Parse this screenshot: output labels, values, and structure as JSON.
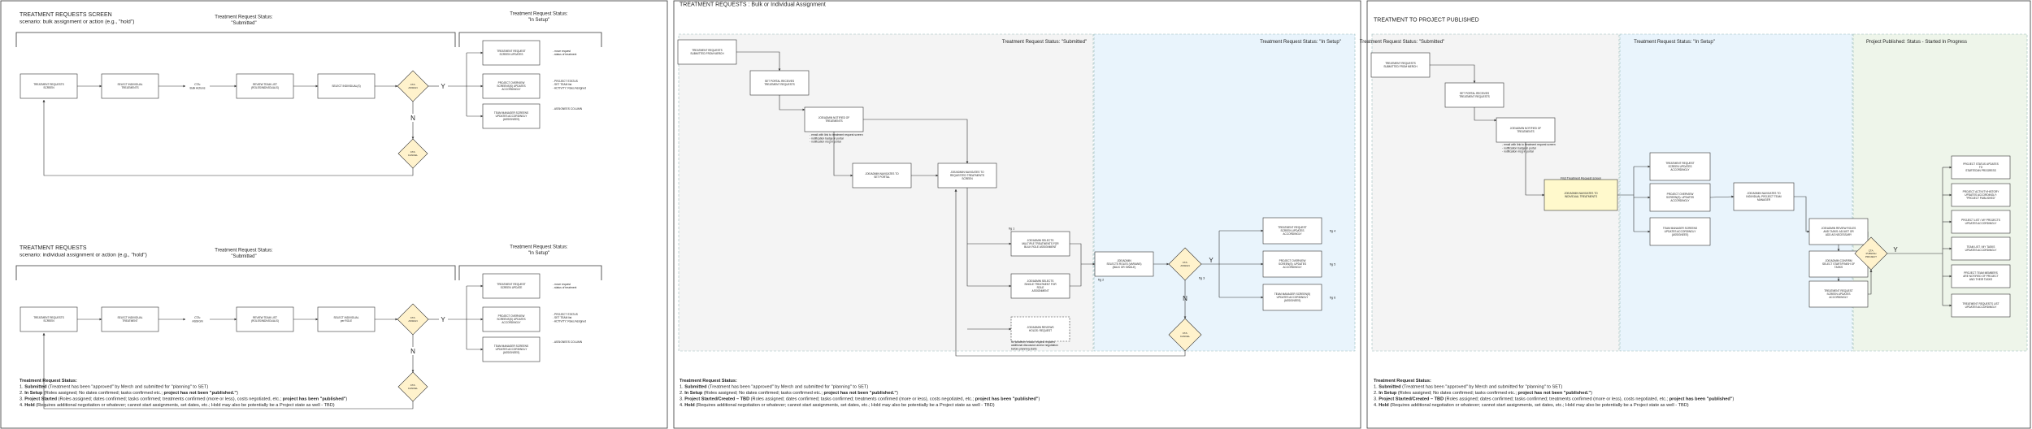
{
  "panel1": {
    "scenario_a": {
      "title": "TREATMENT REQUESTS  SCREEN",
      "subtitle": "scenario: bulk assignment or action (e.g., \"hold\")",
      "status_submitted": [
        "Treatment Request Status:",
        "\"Submitted\""
      ],
      "status_in_setup": [
        "Treatment Request Status:",
        "\"In Setup\""
      ],
      "boxes": {
        "screen": [
          "TREATMENT REQUESTS",
          "SCREEN"
        ],
        "select": [
          "SELECT INDIVIDUAL",
          "TREATMENTS"
        ],
        "cta": [
          "CTA:",
          "Bulk Actions"
        ],
        "review": [
          "REVIEW TEAM LIST",
          "(ROLES/INDIVIDUALS)"
        ],
        "selectind": [
          "SELECT INDIVIDUAL(S)"
        ],
        "assign": [
          "CTA:",
          "ASSIGN"
        ],
        "cancel": [
          "CTA:",
          "CANCEL"
        ],
        "out1": [
          "TREATMENT REQUEST",
          "SCREEN UPDATES"
        ],
        "out2": [
          "PROJECT OVERVIEW",
          "SCREENS(S) UPDATES",
          "ACCORDINGLY"
        ],
        "out3": [
          "TEAM MANAGER SCREENS",
          "UPDATES ACCORDINGLY",
          "(ASSIGNEES)"
        ]
      },
      "notes": {
        "n1": [
          "- move request",
          "- status of treatment"
        ],
        "n2": [
          "- PROJECT STATUS",
          "- SET TEAM list",
          "- ACTIVITY: Roles Assigned"
        ],
        "n3": [
          "- ASSIGNEES COLUMN"
        ]
      },
      "yes": "Y",
      "no": "N"
    },
    "scenario_b": {
      "title": "TREATMENT REQUESTS",
      "subtitle": "scenario: individual assignment or action (e.g., \"hold\")",
      "status_submitted": [
        "Treatment Request Status:",
        "\"Submitted\""
      ],
      "status_in_setup": [
        "Treatment Request Status:",
        "\"In Setup\""
      ],
      "boxes": {
        "screen": [
          "TREATMENT REQUESTS",
          "SCREEN"
        ],
        "select": [
          "SELECT INDIVIDUAL",
          "TREATMENT"
        ],
        "cta": [
          "CTA:",
          "ASSIGN"
        ],
        "review": [
          "REVIEW TEAM LIST",
          "(ROLES/INDIVIDUALS)"
        ],
        "selectind": [
          "SELECT INDIVIDUAL",
          "per ROLE"
        ],
        "assign": [
          "CTA:",
          "ASSIGN"
        ],
        "cancel": [
          "CTA:",
          "CANCEL"
        ],
        "out1": [
          "TREATMENT REQUEST",
          "SCREEN UPDATE"
        ],
        "out2": [
          "PROJECT OVERVIEW",
          "SCREENS(S) UPDATES",
          "ACCORDINGLY"
        ],
        "out3": [
          "TEAM MANAGER SCREENS",
          "UPDATES ACCORDINGLY",
          "(ASSIGNEES)"
        ]
      },
      "notes": {
        "n1": [
          "- move request",
          "- status of treatment"
        ],
        "n2": [
          "- PROJECT STATUS",
          "- SET TEAM list",
          "- ACTIVITY: Roles Assigned"
        ],
        "n3": [
          "- ASSIGNEES COLUMN"
        ]
      },
      "yes": "Y",
      "no": "N"
    }
  },
  "panel2": {
    "title": "TREATMENT REQUESTS : Bulk or Individual Assignment",
    "lane_submitted": "Treatment Request Status: \"Submitted\"",
    "lane_in_setup": "Treatment Request Status: \"In Setup\"",
    "boxes": {
      "submitted": [
        "TREATMENT REQUESTS",
        "SUBMITTED FROM MERCH"
      ],
      "portal": [
        "SET PORTAL RECEIVES",
        "TREATMENT REQUESTS"
      ],
      "notified": [
        "JOE/ADMIN NOTIFIED OF",
        "TREATMENTS"
      ],
      "navportal": [
        "JOE/ADMIN NAVIGATES TO",
        "SET PORTAL"
      ],
      "navreq": [
        "JOE/ADMIN NAVIGATES TO",
        "REQUESTED TREATMENTS",
        "SCREEN"
      ],
      "multiple": [
        "JOE/ADMIN SELECTS",
        "MULTIPLE TREATMENTS FOR",
        "BULK ROLE ASSIGNMENT"
      ],
      "single": [
        "JOE/ADMIN SELECTS",
        "SINGLE TREATMENT FOR",
        "ROLE",
        "ASSIGNMENT"
      ],
      "hold": [
        "JOE/ADMIN REVIEWS",
        "HOLDS: REQUEST"
      ],
      "selects": [
        "JOE/ADMIN",
        "SELECTS ROLES (VARIANS)",
        "(BULK OR SINGLE)"
      ],
      "assign": [
        "CTA:",
        "ASSIGN"
      ],
      "cancel": [
        "CTA:",
        "CANCEL"
      ],
      "out1": [
        "TREATMENT REQUEST",
        "SCREEN UPDATES",
        "ACCORDINGLY"
      ],
      "out2": [
        "PROJECT OVERVIEW",
        "SCREEN(S): UPDATES",
        "ACCORDINGLY"
      ],
      "out3": [
        "TEAM MANAGER SCREEN(S)",
        "UPDATES ACCORDINGLY",
        "(ASSIGNEES)"
      ]
    },
    "notes": {
      "email": [
        "- email with link to treatment request screen",
        "- notification badge in portal",
        "- notification msg in portal"
      ],
      "hold": [
        "for whatever reason request requires",
        "additional discussion and/or negotiation",
        "before planning starts"
      ]
    },
    "tags": {
      "fig1": "fig 1",
      "fig2": "fig 2",
      "fig3": "fig 3",
      "fig4": "fig 4",
      "fig5": "fig 5",
      "fig6": "fig 6"
    },
    "yes": "Y",
    "no": "N"
  },
  "panel3": {
    "title": "TREATMENT TO PROJECT PUBLISHED",
    "lane_submitted": "Treatment Request Status: \"Submitted\"",
    "lane_in_setup": "Treatment Request Status: \"In Setup\"",
    "lane_published": "Project Published: Status - Started In Progress",
    "boxes": {
      "submitted": [
        "TREATMENT REQUESTS",
        "SUBMITTED FROM MERCH"
      ],
      "portal": [
        "SET PORTAL RECEIVES",
        "TREATMENT REQUESTS"
      ],
      "notified": [
        "JOE/ADMIN NOTIFIED OF",
        "TREATMENTS"
      ],
      "nav": [
        "JOE/ADMIN NAVIGATES TO",
        "INDIVIDUAL TREATMENTS"
      ],
      "tr_screen": [
        "TREATMENT REQUEST",
        "SCREEN UPDATES",
        "ACCORDINGLY"
      ],
      "po_screen": [
        "PROJECT OVERVIEW",
        "SCREEN(S): UPDATES",
        "ACCORDINGLY"
      ],
      "tm_screen": [
        "TEAM MANAGER SCREENS",
        "UPDATES ACCORDINGLY",
        "(ASSIGNEES)"
      ],
      "ptm_nav": [
        "JOE/ADMIN NAVIGATES TO",
        "INDIVIDUAL PROJECT TEAM",
        "MANAGER"
      ],
      "review_roles": [
        "JOE/ADMIN REVIEW ROLES",
        "AND TASKS: ADJUST OR",
        "ADD AS NECESSARY"
      ],
      "confirm": [
        "JOE/ADMIN CONFIRM",
        "SELECT START/FINISH OF",
        "TASKS"
      ],
      "tr_updates": [
        "TREATMENT REQUEST",
        "SCREEN UPDATES",
        "ACCORDINGLY"
      ],
      "publish": [
        "CTA:",
        "PUBLISH",
        "PROJECT"
      ],
      "pub1": [
        "PROJECT STATUS UPDATES",
        "TO",
        "STARTED/IN PROGRESS"
      ],
      "pub2": [
        "PROJECT ACTIVITY/HISTORY",
        "UPDATES ACCORDINGLY:",
        "\"PROJECT PUBLISHED\""
      ],
      "pub3": [
        "PROJECT LIST / MY PROJECTS",
        "UPDATES ACCORDINGLY"
      ],
      "pub4": [
        "TEAM LIST / MY TASKS",
        "UPDATES ACCORDINGLY"
      ],
      "pub5": [
        "PROJECT TEAM MEMBERS",
        "ARE NOTIFIED OF PROJECT",
        "AND THEIR TASKS"
      ],
      "pub6": [
        "TREATMENT REQUESTS LIST",
        "UPDATES ACCORDINGLY"
      ]
    },
    "notes": {
      "email": [
        "- email with link to treatment request screen",
        "- notification badge in portal",
        "- notification msg in portal"
      ],
      "first": "First Treatment Request screen"
    },
    "yes": "Y"
  },
  "legend": {
    "heading": "Treatment Request Status:",
    "items": [
      {
        "n": "1. ",
        "label": "Submitted",
        "text": " (Treatment has been \"approved\" by Merch and submitted for \"planning\" to SET)"
      },
      {
        "n": "2. ",
        "label": "In Setup",
        "text": " (Roles assigned; No dates confirmed; tasks confirmed etc.; ",
        "bold2": "project has not been \"published.\"",
        "text2": ")"
      },
      {
        "n": "3. ",
        "label": "Project Started/Created – TBD",
        "text": " (Roles assigned; dates confirmed; tasks confirmed; treatments confirmed (more or less), costs negotiated, etc.; ",
        "bold2": "project has been \"published\"",
        "text2": ")"
      },
      {
        "n": "4. ",
        "label": "Hold",
        "text": " (Requires additional negotiation or whatever; cannot start assignments, set dates, etc.; Hold may also be potentially be a Project state as well - TBD)"
      }
    ],
    "panel1_item3_label": "Project Started",
    "panel1_item3_text": " (Roles assigned; dates confirmed; tasks confirmed; treatments confirmed (more or less), costs negotiated, etc.; ",
    "panel1_item2_bold": "project has not been \"published.\""
  },
  "colors": {
    "diamond_fill": "#fff2cc",
    "lane_blue": "#e9f4fc",
    "lane_gray": "#f4f4f4",
    "lane_green": "#eef5ea",
    "highlight_box": "#fff9cc",
    "line": "#333333"
  }
}
